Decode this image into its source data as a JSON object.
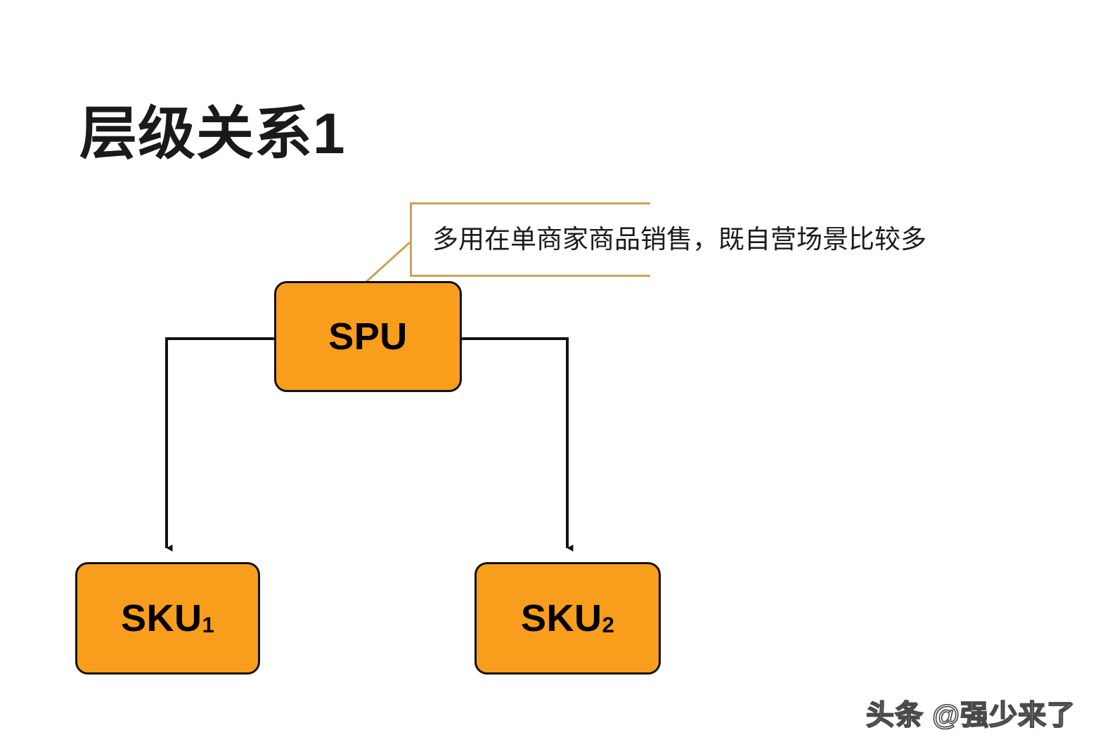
{
  "slide": {
    "title": "层级关系1",
    "background_color": "#ffffff"
  },
  "callout": {
    "text": "多用在单商家商品销售，既自营场景比较多",
    "border_color": "#c9a456",
    "leader_line_color": "#c9a456"
  },
  "diagram": {
    "node_fill_color": "#f99d1c",
    "node_border_color": "#111111",
    "connector_color": "#111111",
    "nodes": [
      {
        "id": "spu",
        "label": "SPU",
        "subscript": ""
      },
      {
        "id": "sku1",
        "label": "SKU",
        "subscript": "1"
      },
      {
        "id": "sku2",
        "label": "SKU",
        "subscript": "2"
      }
    ],
    "edges": [
      {
        "from": "spu",
        "to": "sku1",
        "arrow": "down"
      },
      {
        "from": "spu",
        "to": "sku2",
        "arrow": "down"
      }
    ]
  },
  "watermark": {
    "text": "头条 @强少来了"
  }
}
